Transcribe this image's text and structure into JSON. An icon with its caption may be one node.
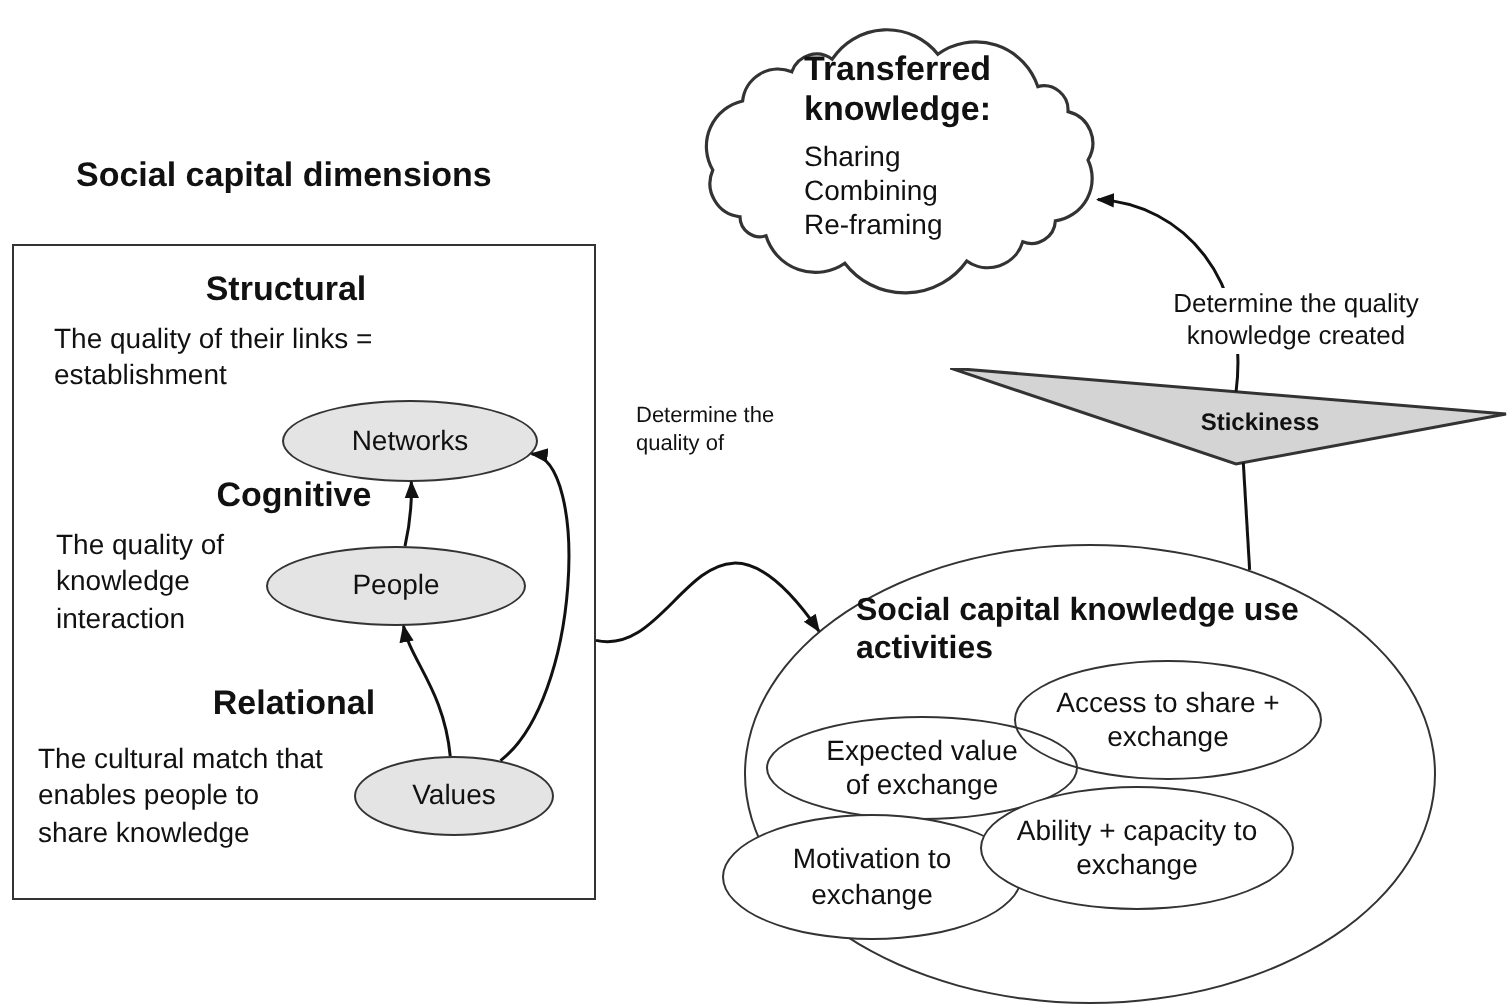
{
  "diagram": {
    "nodes": [
      {
        "text": [
          "Social capital dimensions",
          "Structural",
          "The quality of their links = establishment",
          "Cognitive",
          "The quality of knowledge interaction",
          "Relational",
          "The cultural match that enables people to share knowledge"
        ]
      },
      {
        "text": [
          "Networks"
        ],
        "in": 0
      },
      {
        "text": [
          "People"
        ],
        "in": 0
      },
      {
        "text": [
          "Values"
        ],
        "in": 0
      },
      {
        "text": [
          "Transferred knowledge:",
          "Sharing",
          "Combining",
          "Re-framing"
        ]
      },
      {
        "text": [
          "Stickiness"
        ]
      },
      {
        "text": [
          "Social capital knowledge use activities"
        ]
      },
      {
        "text": [
          "Expected value of exchange"
        ],
        "in": 6
      },
      {
        "text": [
          "Access to share + exchange"
        ],
        "in": 6
      },
      {
        "text": [
          "Motivation to exchange"
        ],
        "in": 6
      },
      {
        "text": [
          "Ability + capacity to exchange"
        ],
        "in": 6
      }
    ],
    "edges": [
      {
        "from": 3,
        "to": 2,
        "arrow": "to"
      },
      {
        "from": 2,
        "to": 1,
        "arrow": "to"
      },
      {
        "from": 3,
        "to": 1,
        "arrow": "to"
      },
      {
        "from": 0,
        "to": 6,
        "label": "Determine the quality of",
        "arrow": "to"
      },
      {
        "from": 6,
        "to": 5,
        "arrow": "none"
      },
      {
        "from": 5,
        "to": 4,
        "label": "Determine the quality knowledge created",
        "arrow": "to"
      }
    ]
  }
}
